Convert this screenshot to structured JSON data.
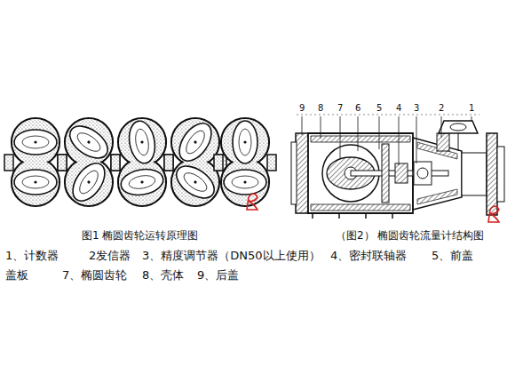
{
  "diagram": {
    "labels": [
      "9",
      "8",
      "7",
      "6",
      "5",
      "4",
      "3",
      "2",
      "1",
      "图1 椭圆齿轮运转原理图",
      "（图2） 椭圆齿轮流量计结构图",
      "1、计数器",
      "2发信器",
      "3、精度调节器（DN50以上使用）",
      "4、密封联轴器",
      "5、前盖",
      "盖板",
      "7、椭圆齿轮",
      "8、壳体",
      "9、后盖"
    ]
  }
}
